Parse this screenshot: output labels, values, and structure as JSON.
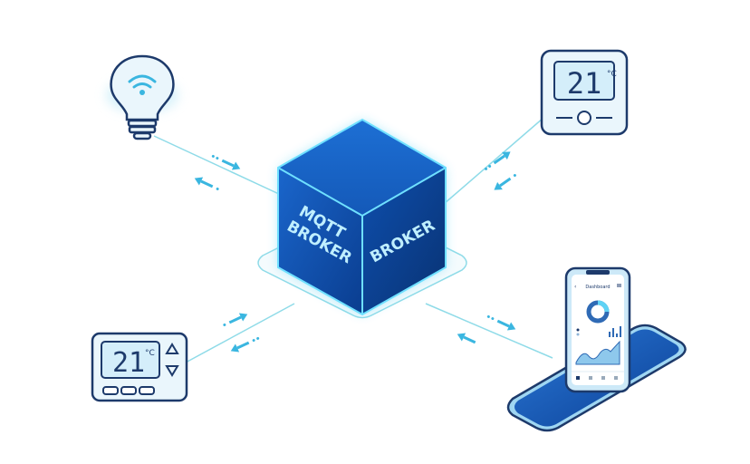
{
  "broker": {
    "front_label_line1": "MQTT",
    "front_label_line2": "BROKER",
    "side_label": "BROKER"
  },
  "thermostat_top": {
    "reading": "21",
    "unit": "°C"
  },
  "thermostat_bottom": {
    "reading": "21",
    "unit": "°C"
  },
  "phone": {
    "screen_title": "Dashboard"
  },
  "colors": {
    "cube": "#0b4fb0",
    "glow": "#5fd3f5",
    "line": "#7fd6e6",
    "outline": "#1d3a6b",
    "device_fill": "#e6f3fb"
  },
  "icons": [
    "lightbulb-wifi-icon",
    "thermostat-icon",
    "smartphone-icon",
    "arrow-icon"
  ]
}
